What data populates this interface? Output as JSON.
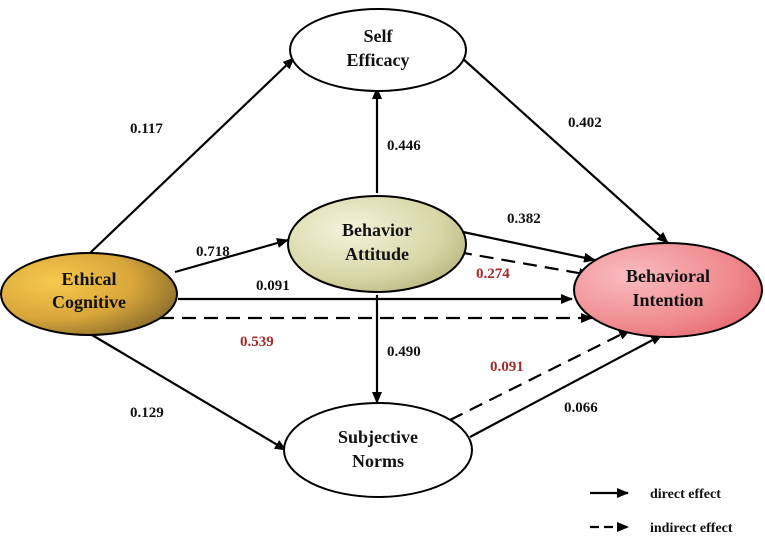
{
  "nodes": {
    "ethical_cognitive": {
      "line1": "Ethical",
      "line2": "Cognitive",
      "fill_from": "#f3c249",
      "fill_to": "#6f5a22"
    },
    "self_efficacy": {
      "line1": "Self",
      "line2": "Efficacy",
      "fill": "#ffffff"
    },
    "behavior_attitude": {
      "line1": "Behavior",
      "line2": "Attitude",
      "fill_from": "#f2f1d2",
      "fill_to": "#b6b47a"
    },
    "subjective_norms": {
      "line1": "Subjective",
      "line2": "Norms",
      "fill": "#ffffff"
    },
    "behavioral_intention": {
      "line1": "Behavioral",
      "line2": "Intention",
      "fill_from": "#f8b2b5",
      "fill_to": "#e4666c"
    }
  },
  "edges": {
    "ec_se": "0.117",
    "ec_ba": "0.718",
    "ec_bi_direct": "0.091",
    "ec_bi_indirect": "0.539",
    "ec_sn": "0.129",
    "ba_se": "0.446",
    "ba_sn": "0.490",
    "se_bi": "0.402",
    "ba_bi_direct": "0.382",
    "ba_bi_indirect": "0.274",
    "sn_bi_indirect": "0.091",
    "sn_bi_direct": "0.066"
  },
  "legend": {
    "direct": "direct effect",
    "indirect": "indirect effect"
  },
  "colors": {
    "indirect_label": "#a52a2a",
    "line": "#000000"
  }
}
